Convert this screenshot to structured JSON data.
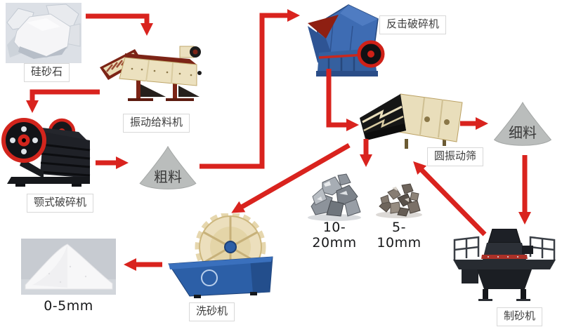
{
  "diagram_type": "sand-production-line-flowchart",
  "colors": {
    "arrow_red": "#d9231e",
    "mound_gray": "#babdbc",
    "label_border": "#d8d8d8",
    "impact_crusher_blue": "#3e6cb3",
    "washer_blue": "#2c5fa7",
    "feeder_cream": "#ece1bf",
    "feeder_maroon": "#7c2416"
  },
  "nodes": {
    "raw_material": {
      "label": "硅砂石",
      "type": "material-photo"
    },
    "feeder": {
      "label": "振动给料机",
      "type": "machine"
    },
    "jaw_crusher": {
      "label": "颚式破碎机",
      "type": "machine"
    },
    "coarse_material": {
      "label": "粗料",
      "type": "material-mound"
    },
    "impact_crusher": {
      "label": "反击破碎机",
      "type": "machine"
    },
    "vibrating_screen": {
      "label": "圆振动筛",
      "type": "machine"
    },
    "fine_material": {
      "label": "细料",
      "type": "material-mound"
    },
    "aggregate_10_20mm": {
      "label": "10-20mm",
      "type": "product-photo"
    },
    "aggregate_5_10mm": {
      "label": "5-10mm",
      "type": "product-photo"
    },
    "sand_maker": {
      "label": "制砂机",
      "type": "machine"
    },
    "sand_washer": {
      "label": "洗砂机",
      "type": "machine"
    },
    "finished_sand_0_5mm": {
      "label": "0-5mm",
      "type": "product-photo"
    }
  },
  "edges": [
    {
      "from": "raw_material",
      "to": "feeder"
    },
    {
      "from": "feeder",
      "to": "jaw_crusher"
    },
    {
      "from": "jaw_crusher",
      "to": "coarse_material"
    },
    {
      "from": "coarse_material",
      "to": "impact_crusher"
    },
    {
      "from": "impact_crusher",
      "to": "vibrating_screen"
    },
    {
      "from": "vibrating_screen",
      "to": "fine_material"
    },
    {
      "from": "vibrating_screen",
      "to": "aggregate_10_20mm_and_5_10mm"
    },
    {
      "from": "vibrating_screen",
      "to": "sand_washer"
    },
    {
      "from": "fine_material",
      "to": "sand_maker"
    },
    {
      "from": "sand_maker",
      "to": "vibrating_screen"
    },
    {
      "from": "sand_washer",
      "to": "finished_sand_0_5mm"
    }
  ]
}
